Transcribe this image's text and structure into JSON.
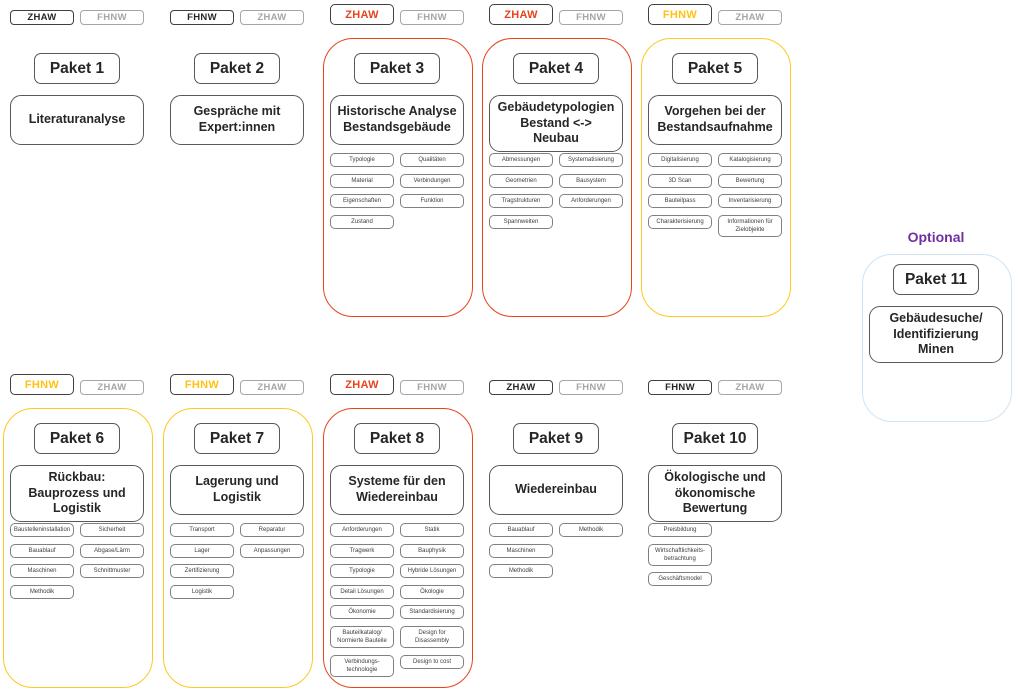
{
  "optional_label": "Optional",
  "colors": {
    "zhaw_red": "#e8431c",
    "fhnw_yellow": "#ffc20e",
    "optional_purple": "#7030a0",
    "optional_frame_blue": "#cfe4f5",
    "inactive_gray": "#a6a6a6",
    "text_dark": "#262626"
  },
  "packages": [
    {
      "title": "Paket 1",
      "desc": "Literaturanalyse",
      "tags": [
        {
          "label": "ZHAW"
        },
        {
          "label": "FHNW"
        }
      ],
      "left": [],
      "right": []
    },
    {
      "title": "Paket 2",
      "desc": "Gespräche mit Expert:innen",
      "tags": [
        {
          "label": "FHNW"
        },
        {
          "label": "ZHAW"
        }
      ],
      "left": [],
      "right": []
    },
    {
      "title": "Paket 3",
      "desc": "Historische Analyse Bestandsgebäude",
      "tags": [
        {
          "label": "ZHAW"
        },
        {
          "label": "FHNW"
        }
      ],
      "left": [
        "Typologie",
        "Material",
        "Eigenschaften",
        "Zustand"
      ],
      "right": [
        "Qualitäten",
        "Verbindungen",
        "Funktion"
      ]
    },
    {
      "title": "Paket 4",
      "desc": "Gebäudetypologien Bestand <-> Neubau",
      "tags": [
        {
          "label": "ZHAW"
        },
        {
          "label": "FHNW"
        }
      ],
      "left": [
        "Abmessungen",
        "Geometrien",
        "Tragstrukturen",
        "Spannweiten"
      ],
      "right": [
        "Systematisierung",
        "Bausystem",
        "Anforderungen"
      ]
    },
    {
      "title": "Paket 5",
      "desc": "Vorgehen bei der Bestandsaufnahme",
      "tags": [
        {
          "label": "FHNW"
        },
        {
          "label": "ZHAW"
        }
      ],
      "left": [
        "Digitalisierung",
        "3D Scan",
        "Bauteilpass",
        "Charakterisierung"
      ],
      "right": [
        "Katalogisierung",
        "Bewertung",
        "Inventarisierung",
        "Informationen für Zielobjekte"
      ]
    },
    {
      "title": "Paket 6",
      "desc": "Rückbau: Bauprozess und Logistik",
      "tags": [
        {
          "label": "FHNW"
        },
        {
          "label": "ZHAW"
        }
      ],
      "left": [
        "Baustelleninstallation",
        "Bauablauf",
        "Maschinen",
        "Methodik"
      ],
      "right": [
        "Sicherheit",
        "Abgase/Lärm",
        "Schnittmuster"
      ]
    },
    {
      "title": "Paket 7",
      "desc": "Lagerung und Logistik",
      "tags": [
        {
          "label": "FHNW"
        },
        {
          "label": "ZHAW"
        }
      ],
      "left": [
        "Transport",
        "Lager",
        "Zertifizierung",
        "Logistik"
      ],
      "right": [
        "Reparatur",
        "Anpassungen"
      ]
    },
    {
      "title": "Paket 8",
      "desc": "Systeme für den Wiedereinbau",
      "tags": [
        {
          "label": "ZHAW"
        },
        {
          "label": "FHNW"
        }
      ],
      "left": [
        "Anforderungen",
        "Tragwerk",
        "Typologie",
        "Detail Lösungen",
        "Ökonomie",
        "Bauteilkatalog/ Normierte Bauteile",
        "Verbindungs- technologie"
      ],
      "right": [
        "Statik",
        "Bauphysik",
        "Hybride Lösungen",
        "Ökologie",
        "Standardisierung",
        "Design for Disassembly",
        "Design to cost"
      ]
    },
    {
      "title": "Paket 9",
      "desc": "Wiedereinbau",
      "tags": [
        {
          "label": "ZHAW"
        },
        {
          "label": "FHNW"
        }
      ],
      "left": [
        "Bauablauf",
        "Maschinen",
        "Methodik"
      ],
      "right": [
        "Methodik"
      ]
    },
    {
      "title": "Paket 10",
      "desc": "Ökologische und ökonomische Bewertung",
      "tags": [
        {
          "label": "FHNW"
        },
        {
          "label": "ZHAW"
        }
      ],
      "left": [
        "Preisbildung",
        "Wirtschaftlichkeits- betrachtung",
        "Geschäftsmodel"
      ],
      "right": []
    },
    {
      "title": "Paket 11",
      "desc": "Gebäudesuche/ Identifizierung Minen",
      "tags": [],
      "left": [],
      "right": []
    }
  ]
}
